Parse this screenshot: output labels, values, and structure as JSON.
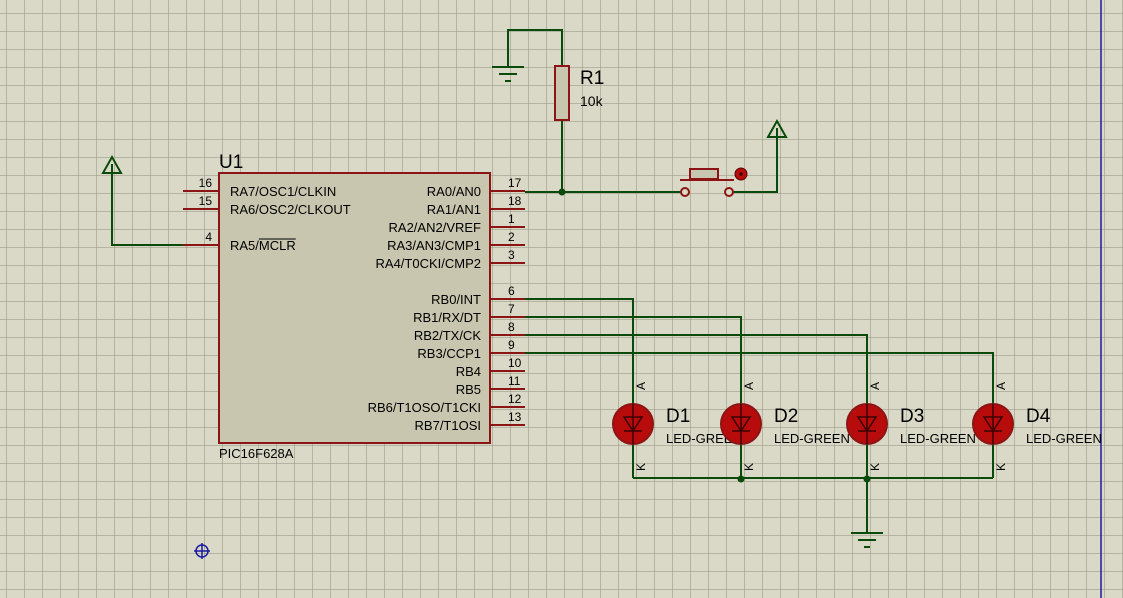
{
  "microcontroller": {
    "ref": "U1",
    "part": "PIC16F628A",
    "left_pins": [
      {
        "num": "16",
        "name": "RA7/OSC1/CLKIN"
      },
      {
        "num": "15",
        "name": "RA6/OSC2/CLKOUT"
      },
      {
        "num": "4",
        "name": "RA5/MCLR"
      }
    ],
    "right_pins": [
      {
        "num": "17",
        "name": "RA0/AN0"
      },
      {
        "num": "18",
        "name": "RA1/AN1"
      },
      {
        "num": "1",
        "name": "RA2/AN2/VREF"
      },
      {
        "num": "2",
        "name": "RA3/AN3/CMP1"
      },
      {
        "num": "3",
        "name": "RA4/T0CKI/CMP2"
      },
      {
        "num": "6",
        "name": "RB0/INT"
      },
      {
        "num": "7",
        "name": "RB1/RX/DT"
      },
      {
        "num": "8",
        "name": "RB2/TX/CK"
      },
      {
        "num": "9",
        "name": "RB3/CCP1"
      },
      {
        "num": "10",
        "name": "RB4"
      },
      {
        "num": "11",
        "name": "RB5"
      },
      {
        "num": "12",
        "name": "RB6/T1OSO/T1CKI"
      },
      {
        "num": "13",
        "name": "RB7/T1OSI"
      }
    ]
  },
  "resistor": {
    "ref": "R1",
    "value": "10k"
  },
  "leds": [
    {
      "ref": "D1",
      "value": "LED-GREEN"
    },
    {
      "ref": "D2",
      "value": "LED-GREEN"
    },
    {
      "ref": "D3",
      "value": "LED-GREEN"
    },
    {
      "ref": "D4",
      "value": "LED-GREEN"
    }
  ],
  "pin_labels": {
    "anode": "A",
    "cathode": "K"
  },
  "colors": {
    "background": "#dad9c8",
    "wire": "#0a4a0a",
    "component": "#8b1515",
    "ic_body": "#c8c6ae",
    "led_fill": "#b80c0c",
    "sheet_border": "#1a1aa0"
  }
}
